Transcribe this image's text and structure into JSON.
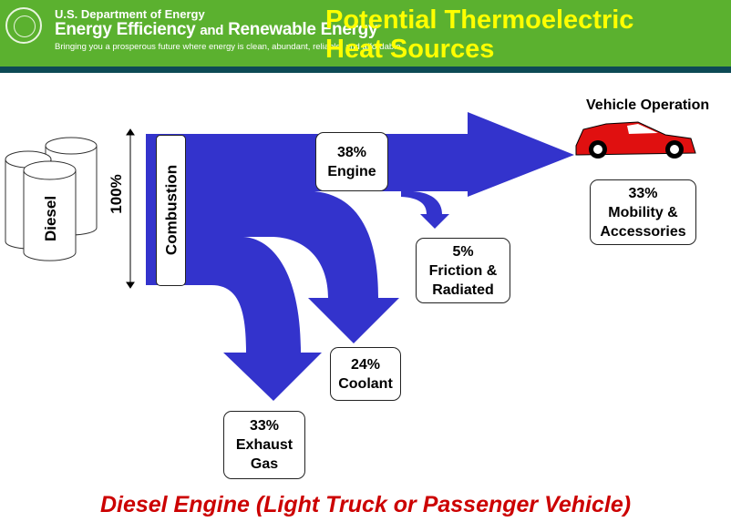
{
  "header": {
    "department": "U.S. Department of Energy",
    "office_main": "Energy Efficiency",
    "office_and": "and",
    "office_end": "Renewable Energy",
    "tagline": "Bringing you a prosperous future where energy is clean, abundant, reliable, and affordable",
    "title_line1": "Potential Thermoelectric",
    "title_line2": "Heat Sources"
  },
  "diagram": {
    "source_label": "Diesel",
    "total_label": "100%",
    "combustion_label": "Combustion",
    "flow_color": "#3333cc",
    "destination_label": "Vehicle Operation",
    "nodes": [
      {
        "percent": "38%",
        "label": "Engine"
      },
      {
        "percent": "5%",
        "label": "Friction &",
        "label2": "Radiated"
      },
      {
        "percent": "24%",
        "label": "Coolant"
      },
      {
        "percent": "33%",
        "label": "Exhaust",
        "label2": "Gas"
      },
      {
        "percent": "33%",
        "label": "Mobility &",
        "label2": "Accessories"
      }
    ]
  },
  "caption": "Diesel Engine (Light Truck or Passenger Vehicle)"
}
